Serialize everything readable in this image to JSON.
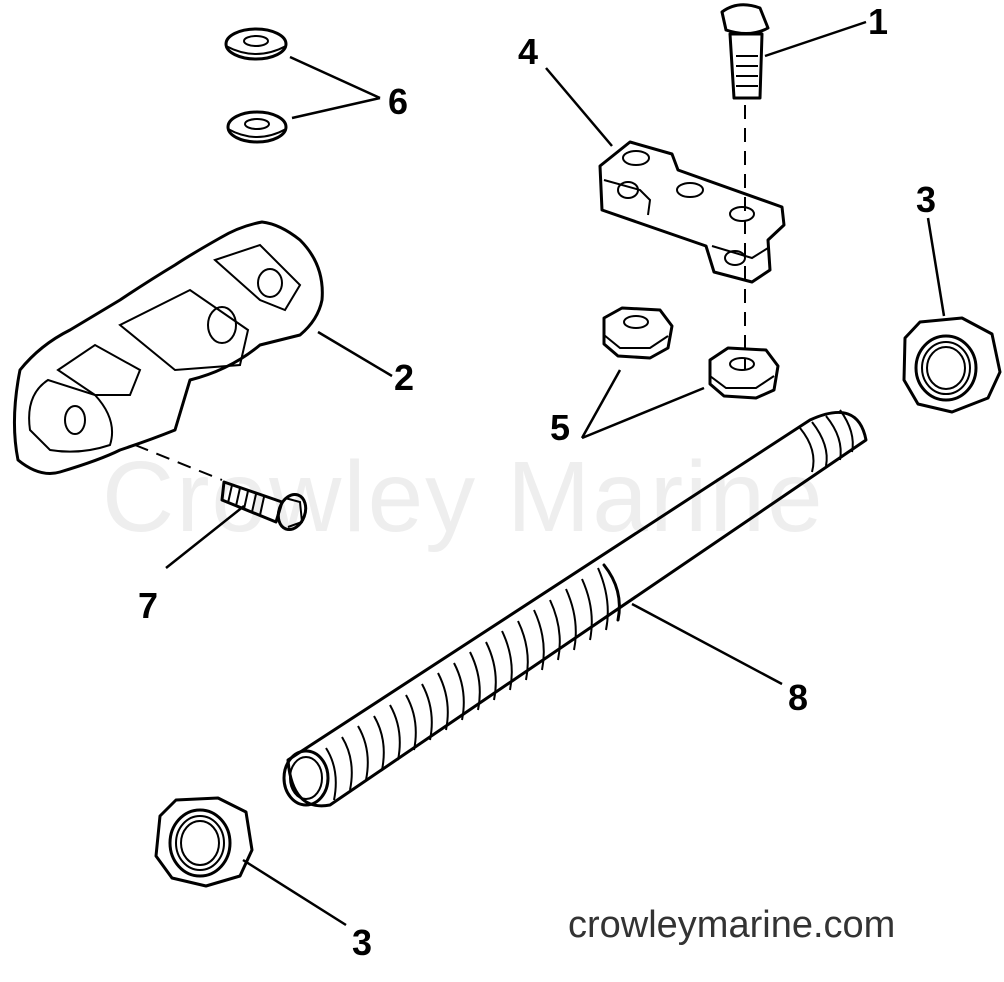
{
  "diagram": {
    "type": "exploded-parts-diagram",
    "watermark_text": "Crowley Marine",
    "site_text": "crowleymarine.com",
    "callouts": [
      {
        "id": "1",
        "label": "1",
        "part": "bolt"
      },
      {
        "id": "2",
        "label": "2",
        "part": "bracket-housing"
      },
      {
        "id": "3a",
        "label": "3",
        "part": "large-hex-nut-right"
      },
      {
        "id": "3b",
        "label": "3",
        "part": "large-hex-nut-left"
      },
      {
        "id": "4",
        "label": "4",
        "part": "link-bracket"
      },
      {
        "id": "5",
        "label": "5",
        "part": "small-hex-nuts"
      },
      {
        "id": "6",
        "label": "6",
        "part": "washers"
      },
      {
        "id": "7",
        "label": "7",
        "part": "screw"
      },
      {
        "id": "8",
        "label": "8",
        "part": "threaded-rod"
      }
    ],
    "colors": {
      "ink": "#000000",
      "background": "#ffffff",
      "watermark": "#eeeeee",
      "site_text": "#333333"
    }
  }
}
